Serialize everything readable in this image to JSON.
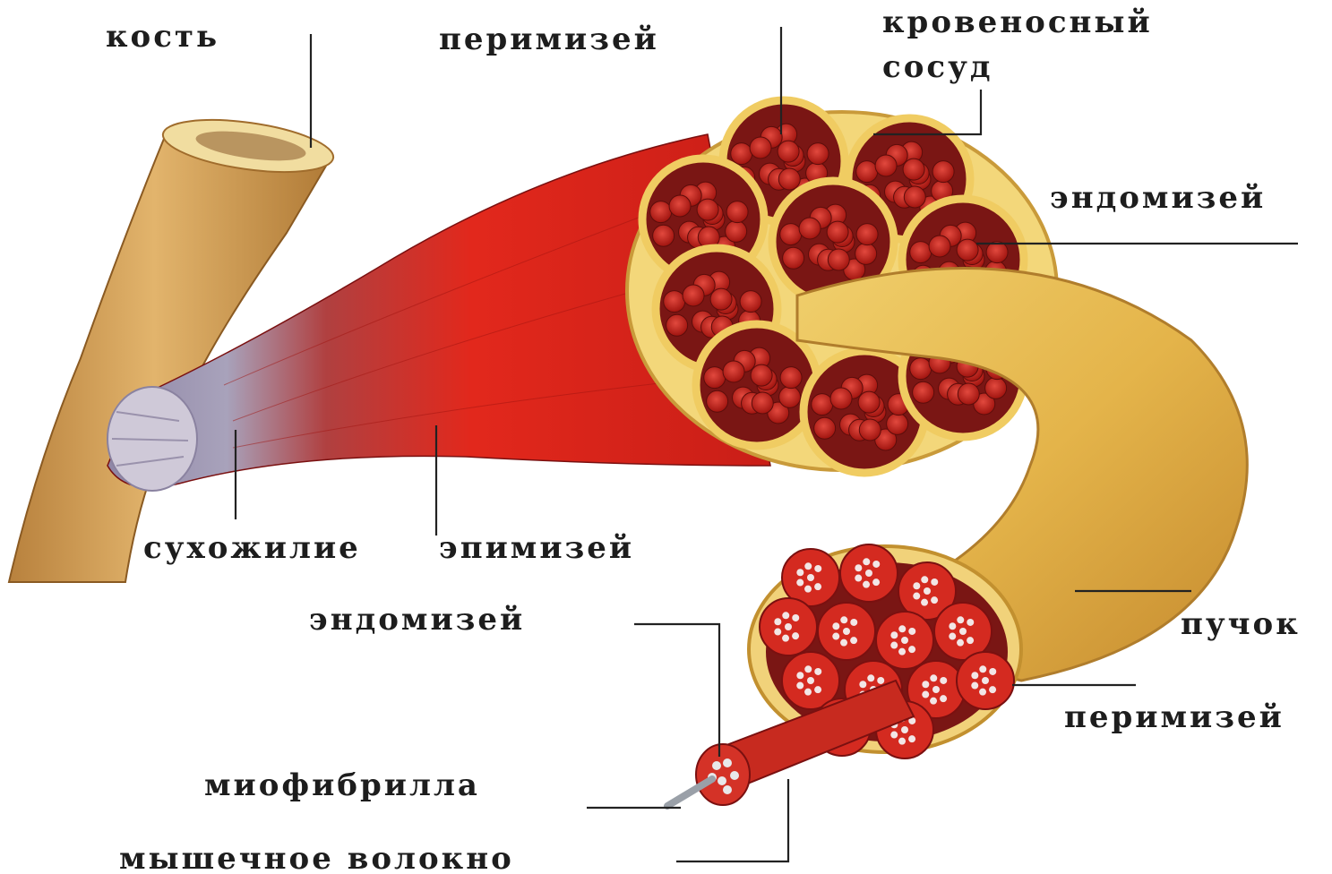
{
  "labels": {
    "bone": "кость",
    "perimysium_top": "перимизей",
    "blood_vessel_line1": "кровеносный",
    "blood_vessel_line2": "сосуд",
    "endomysium_right": "эндомизей",
    "tendon": "сухожилие",
    "epimysium": "эпимизей",
    "endomysium_left": "эндомизей",
    "fascicle": "пучок",
    "perimysium_bottom": "перимизей",
    "myofibril": "миофибрилла",
    "muscle_fiber": "мышечное волокно"
  },
  "colors": {
    "bone": "#d9a760",
    "muscle": "#d4231a",
    "tendon": "#8f86a6",
    "fascicle_sheath": "#e8bb4e",
    "fiber": "#c0181c",
    "connective": "#f3d77a"
  }
}
